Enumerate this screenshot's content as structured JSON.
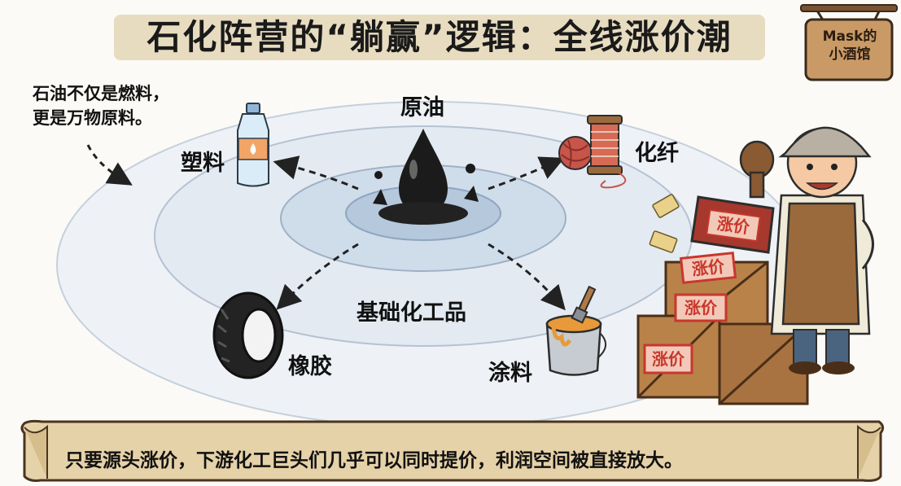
{
  "title": "石化阵营的“躺赢”逻辑：全线涨价潮",
  "sign": {
    "line1": "Mask的",
    "line2": "小酒馆"
  },
  "side_note": {
    "line1": "石油不仅是燃料，",
    "line2": "更是万物原料。"
  },
  "center_label": "原油",
  "ring_label": "基础化工品",
  "products": {
    "plastic": "塑料",
    "fiber": "化纤",
    "rubber": "橡胶",
    "paint": "涂料"
  },
  "stamp_text": "涨价",
  "crate_labels": [
    "涨价",
    "涨价",
    "涨价"
  ],
  "banner_text": "只要源头涨价，下游化工巨头们几乎可以同时提价，利润空间被直接放大。",
  "colors": {
    "background": "#fbfaf6",
    "water": "#dfe8f1",
    "oil": "#1b1b1b",
    "crate": "#b07a45",
    "stamp_red": "#c8372d",
    "parchment": "#e8dcc0"
  },
  "icons": [
    "water-bottle-icon",
    "yarn-spool-icon",
    "tire-icon",
    "paint-bucket-icon",
    "oil-drop-icon",
    "stamp-icon",
    "money-icon",
    "crate-icon",
    "worker-character"
  ]
}
